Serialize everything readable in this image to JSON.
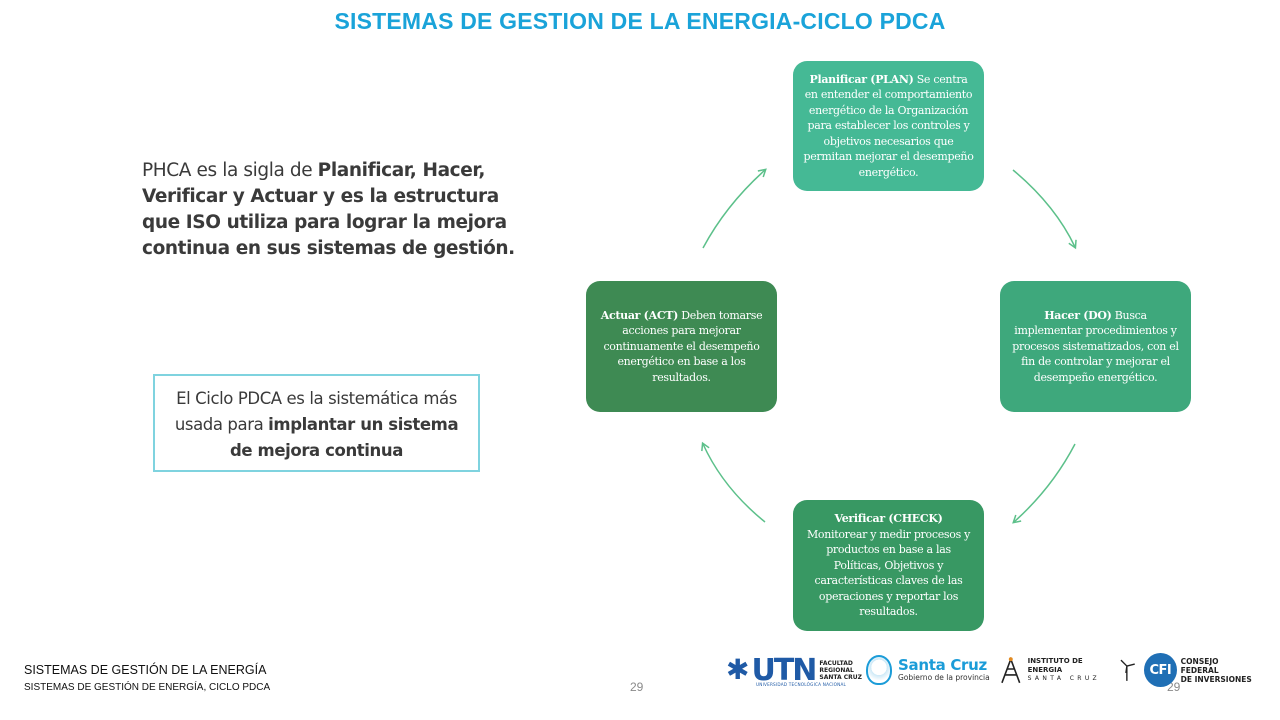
{
  "slide": {
    "title": "SISTEMAS DE GESTION DE LA ENERGIA-CICLO PDCA"
  },
  "intro": {
    "pre": "PHCA es la sigla de ",
    "bold": "Planificar, Hacer, Verificar y Actuar y es la estructura que ISO utiliza para lograr la mejora continua en sus sistemas de gestión."
  },
  "callout": {
    "pre": "El Ciclo PDCA es la sistemática más usada para ",
    "bold": "implantar un sistema de mejora continua"
  },
  "cycle": {
    "plan": {
      "label": "Planificar (PLAN)",
      "text": " Se centra en entender el comportamiento energético de la Organización para establecer los controles y objetivos necesarios que permitan mejorar el desempeño energético."
    },
    "do": {
      "label": "Hacer (DO)",
      "text": " Busca implementar procedimientos y procesos sistematizados, con el fin de controlar y mejorar el desempeño energético."
    },
    "check": {
      "label": "Verificar (CHECK)",
      "text": " Monitorear y medir procesos y productos en base a las Políticas, Objetivos y características claves de las operaciones y reportar los resultados."
    },
    "act": {
      "label": "Actuar (ACT)",
      "text": " Deben tomarse acciones para mejorar continuamente el desempeño energético en base a los resultados."
    },
    "arrow_color": "#5cc08a"
  },
  "footer": {
    "title": "SISTEMAS DE GESTIÓN DE LA ENERGÍA",
    "subtitle": "SISTEMAS DE GESTIÓN DE ENERGÍA, CICLO PDCA",
    "page_center": "29",
    "page_right": "29"
  },
  "logos": {
    "utn": {
      "wordmark": "UTN",
      "line1": "FACULTAD",
      "line2": "REGIONAL",
      "line3": "SANTA CRUZ",
      "tagline": "UNIVERSIDAD TECNOLÓGICA NACIONAL"
    },
    "santa_cruz": {
      "name": "Santa Cruz",
      "subtitle": "Gobierno de la provincia"
    },
    "instituto": {
      "name": "INSTITUTO DE ENERGIA",
      "region": "SANTA CRUZ"
    },
    "cfi": {
      "initials": "CFI",
      "line1": "CONSEJO FEDERAL",
      "line2": "DE INVERSIONES"
    }
  }
}
